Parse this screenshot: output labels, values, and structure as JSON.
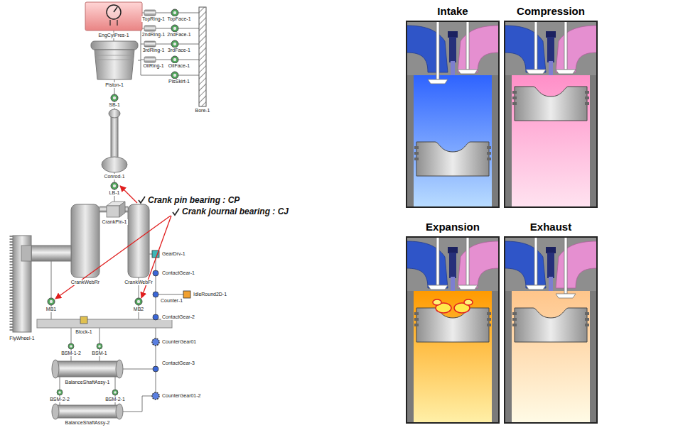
{
  "diagram": {
    "nodes": [
      {
        "text": [
          "Intake"
        ]
      },
      {
        "text": [
          "Compression"
        ]
      },
      {
        "text": [
          "Expansion"
        ]
      },
      {
        "text": [
          "Exhaust"
        ]
      }
    ],
    "labels": [
      "EngCylPres-1",
      "Piston-1",
      "TopRing-1",
      "TopFace-1",
      "2ndRing-1",
      "2ndFace-1",
      "3rdRing-1",
      "3rdFace-1",
      "OilRing-1",
      "OilFace-1",
      "PisSkirt-1",
      "Bore-1",
      "SB-1",
      "Conrod-1",
      "LB-1",
      "CrankPin-1",
      "CrankWebRr",
      "CrankWebFr",
      "GearDrv-1",
      "MB1",
      "MB2",
      "FlyWheel-1",
      "Block-1",
      "ContactGear-1",
      "Counter-1",
      "IdleRound2D-1",
      "ContactGear-2",
      "CounterGear01",
      "ContactGear-3",
      "CounterGear01-2",
      "BSM-1-2",
      "BSM-1",
      "BalanceShaftAssy-1",
      "BSM-2-2",
      "BSM-2-1",
      "BalanceShaftAssy-2",
      "Crank pin bearing : CP",
      "Crank journal bearing : CJ"
    ]
  }
}
